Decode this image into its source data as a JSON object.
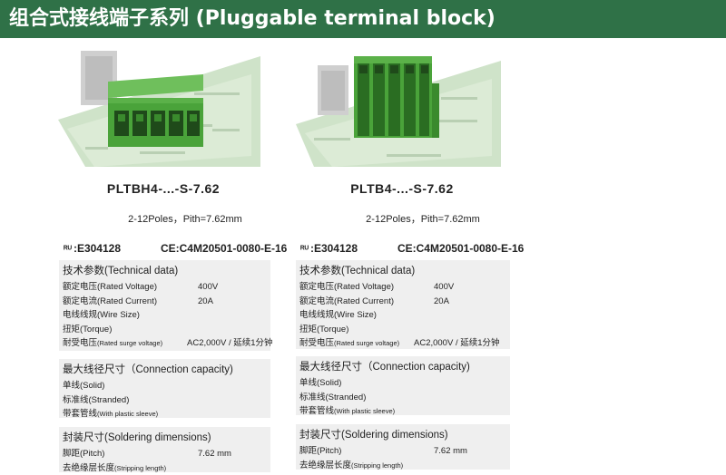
{
  "header": {
    "title": "组合式接线端子系列 (Pluggable terminal block)"
  },
  "products": [
    {
      "model": "PLTBH4-...-S-7.62",
      "poles": "2-12Poles，Pith=7.62mm",
      "ul_mark": "ᴿᵁ",
      "ul_number": "E304128",
      "ce": "CE:C4M20501-0080-E-16",
      "technical": {
        "title": "技术参数(Technical data)",
        "rows": [
          {
            "label": "额定电压(Rated Voltage)",
            "value": "400V"
          },
          {
            "label": "额定电流(Rated Current)",
            "value": "20A"
          },
          {
            "label": "电线线规(Wire Size)",
            "value": ""
          },
          {
            "label": "扭矩(Torque)",
            "value": ""
          },
          {
            "label_main": "耐受电压",
            "label_small": "(Rated surge voltage)",
            "value": "AC2,000V / 延续1分钟"
          }
        ]
      },
      "connection": {
        "title": "最大线径尺寸（Connection capacity)",
        "rows": [
          {
            "label": "单线(Solid)"
          },
          {
            "label": "标准线(Stranded)"
          },
          {
            "label_main": "带套管线",
            "label_small": "(With plastic sleeve)"
          }
        ]
      },
      "soldering": {
        "title": "封装尺寸(Soldering dimensions)",
        "rows": [
          {
            "label": "脚距(Pitch)",
            "value": "7.62  mm"
          },
          {
            "label_main": "去绝缘层长度",
            "label_small": "(Stripping length)",
            "value": ""
          }
        ]
      }
    },
    {
      "model": "PLTB4-...-S-7.62",
      "poles": "2-12Poles，Pith=7.62mm",
      "ul_mark": "ᴿᵁ",
      "ul_number": "E304128",
      "ce": "CE:C4M20501-0080-E-16",
      "technical": {
        "title": "技术参数(Technical data)",
        "rows": [
          {
            "label": "额定电压(Rated Voltage)",
            "value": "400V"
          },
          {
            "label": "额定电流(Rated Current)",
            "value": "20A"
          },
          {
            "label": "电线线规(Wire Size)",
            "value": ""
          },
          {
            "label": "扭矩(Torque)",
            "value": ""
          },
          {
            "label_main": "耐受电压",
            "label_small": "(Rated surge voltage)",
            "value": "AC2,000V / 延续1分钟"
          }
        ]
      },
      "connection": {
        "title": "最大线径尺寸（Connection capacity)",
        "rows": [
          {
            "label": "单线(Solid)"
          },
          {
            "label": "标准线(Stranded)"
          },
          {
            "label_main": "带套管线",
            "label_small": "(With plastic sleeve)"
          }
        ]
      },
      "soldering": {
        "title": "封装尺寸(Soldering dimensions)",
        "rows": [
          {
            "label": "脚距(Pitch)",
            "value": "7.62  mm"
          },
          {
            "label_main": "去绝缘层长度",
            "label_small": "(Stripping length)",
            "value": ""
          }
        ]
      }
    }
  ],
  "colors": {
    "header_bg": "#2f7147",
    "connector_green": "#4aa33a",
    "panel_bg": "#efefef"
  }
}
